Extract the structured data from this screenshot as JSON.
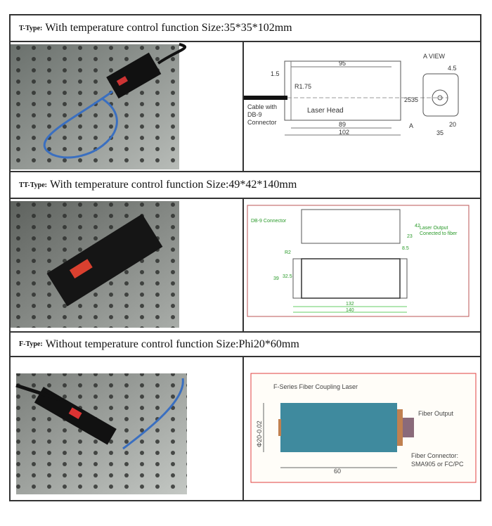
{
  "sections": [
    {
      "type": "T-Type:",
      "desc": "With temperature control function  Size:35*35*102mm",
      "drawing": {
        "view": "A VIEW",
        "cable": [
          "Cable with",
          "DB-9",
          "Connector"
        ],
        "head": "Laser Head",
        "dims": [
          "95",
          "1.5",
          "R1.75",
          "25",
          "35",
          "89",
          "102",
          "A",
          "4.5",
          "20",
          "35"
        ]
      }
    },
    {
      "type": "TT-Type:",
      "desc": "With temperature control function  Size:49*42*140mm",
      "drawing": {
        "connector": "DB-9 Connector",
        "output": [
          "Laser Output",
          "Conected to fiber"
        ],
        "dims": [
          "42",
          "23",
          "8.5",
          "R2",
          "39",
          "32.5",
          "132",
          "140"
        ]
      }
    },
    {
      "type": "F-Type:",
      "desc": "Without temperature control function  Size:Phi20*60mm",
      "drawing": {
        "title": "F-Series Fiber Coupling Laser",
        "output": "Fiber Output",
        "connector": [
          "Fiber Connector:",
          "SMA905 or FC/PC"
        ],
        "dims": [
          "Φ20-0.02",
          "60"
        ]
      }
    }
  ]
}
